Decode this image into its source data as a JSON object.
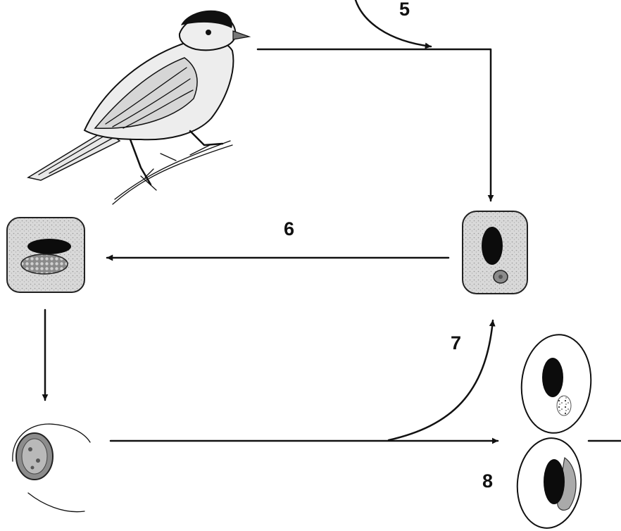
{
  "diagram": {
    "step_labels": {
      "step_5": "5",
      "step_6": "6",
      "step_7": "7",
      "step_8": "8"
    },
    "colors": {
      "ink": "#111111",
      "cell_fill": "#d4d4d4",
      "cell_border": "#222222",
      "nucleus": "#0c0c0c",
      "background": "#ffffff"
    },
    "icons": [
      "bird-illustration",
      "host-cell-schizont-icon",
      "host-cell-meront-icon",
      "megalomeront-tissue-icon",
      "erythrocyte-gametocyte-icon"
    ]
  }
}
